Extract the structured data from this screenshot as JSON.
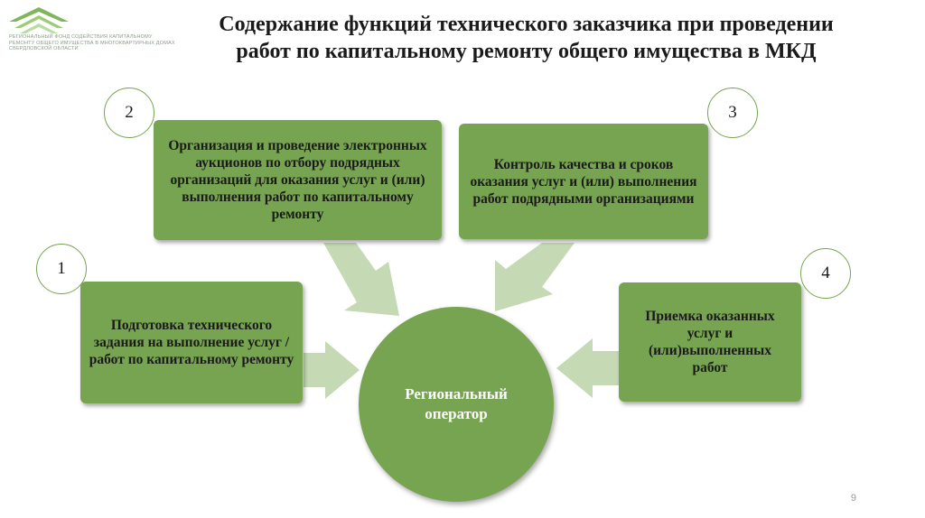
{
  "logo": {
    "text": "Региональный фонд содействия капитальному ремонту общего имущества в многоквартирных домах Свердловской области"
  },
  "title": "Содержание функций технического заказчика при проведении работ по капитальному ремонту общего имущества в МКД",
  "center": {
    "label": "Региональный оператор"
  },
  "steps": [
    {
      "number": "1",
      "text": "Подготовка технического задания на выполнение услуг / работ по капитальному ремонту"
    },
    {
      "number": "2",
      "text": "Организация и проведение электронных аукционов по отбору подрядных организаций для оказания услуг и (или) выполнения работ по капитальному ремонту"
    },
    {
      "number": "3",
      "text": "Контроль качества и сроков оказания услуг и (или) выполнения работ подрядными организациями"
    },
    {
      "number": "4",
      "text": "Приемка оказанных услуг и (или)выполненных работ"
    }
  ],
  "page_number": "9",
  "colors": {
    "box": "#77a450",
    "arrow": "#c5d9b4",
    "logo": "#7fb65a"
  }
}
